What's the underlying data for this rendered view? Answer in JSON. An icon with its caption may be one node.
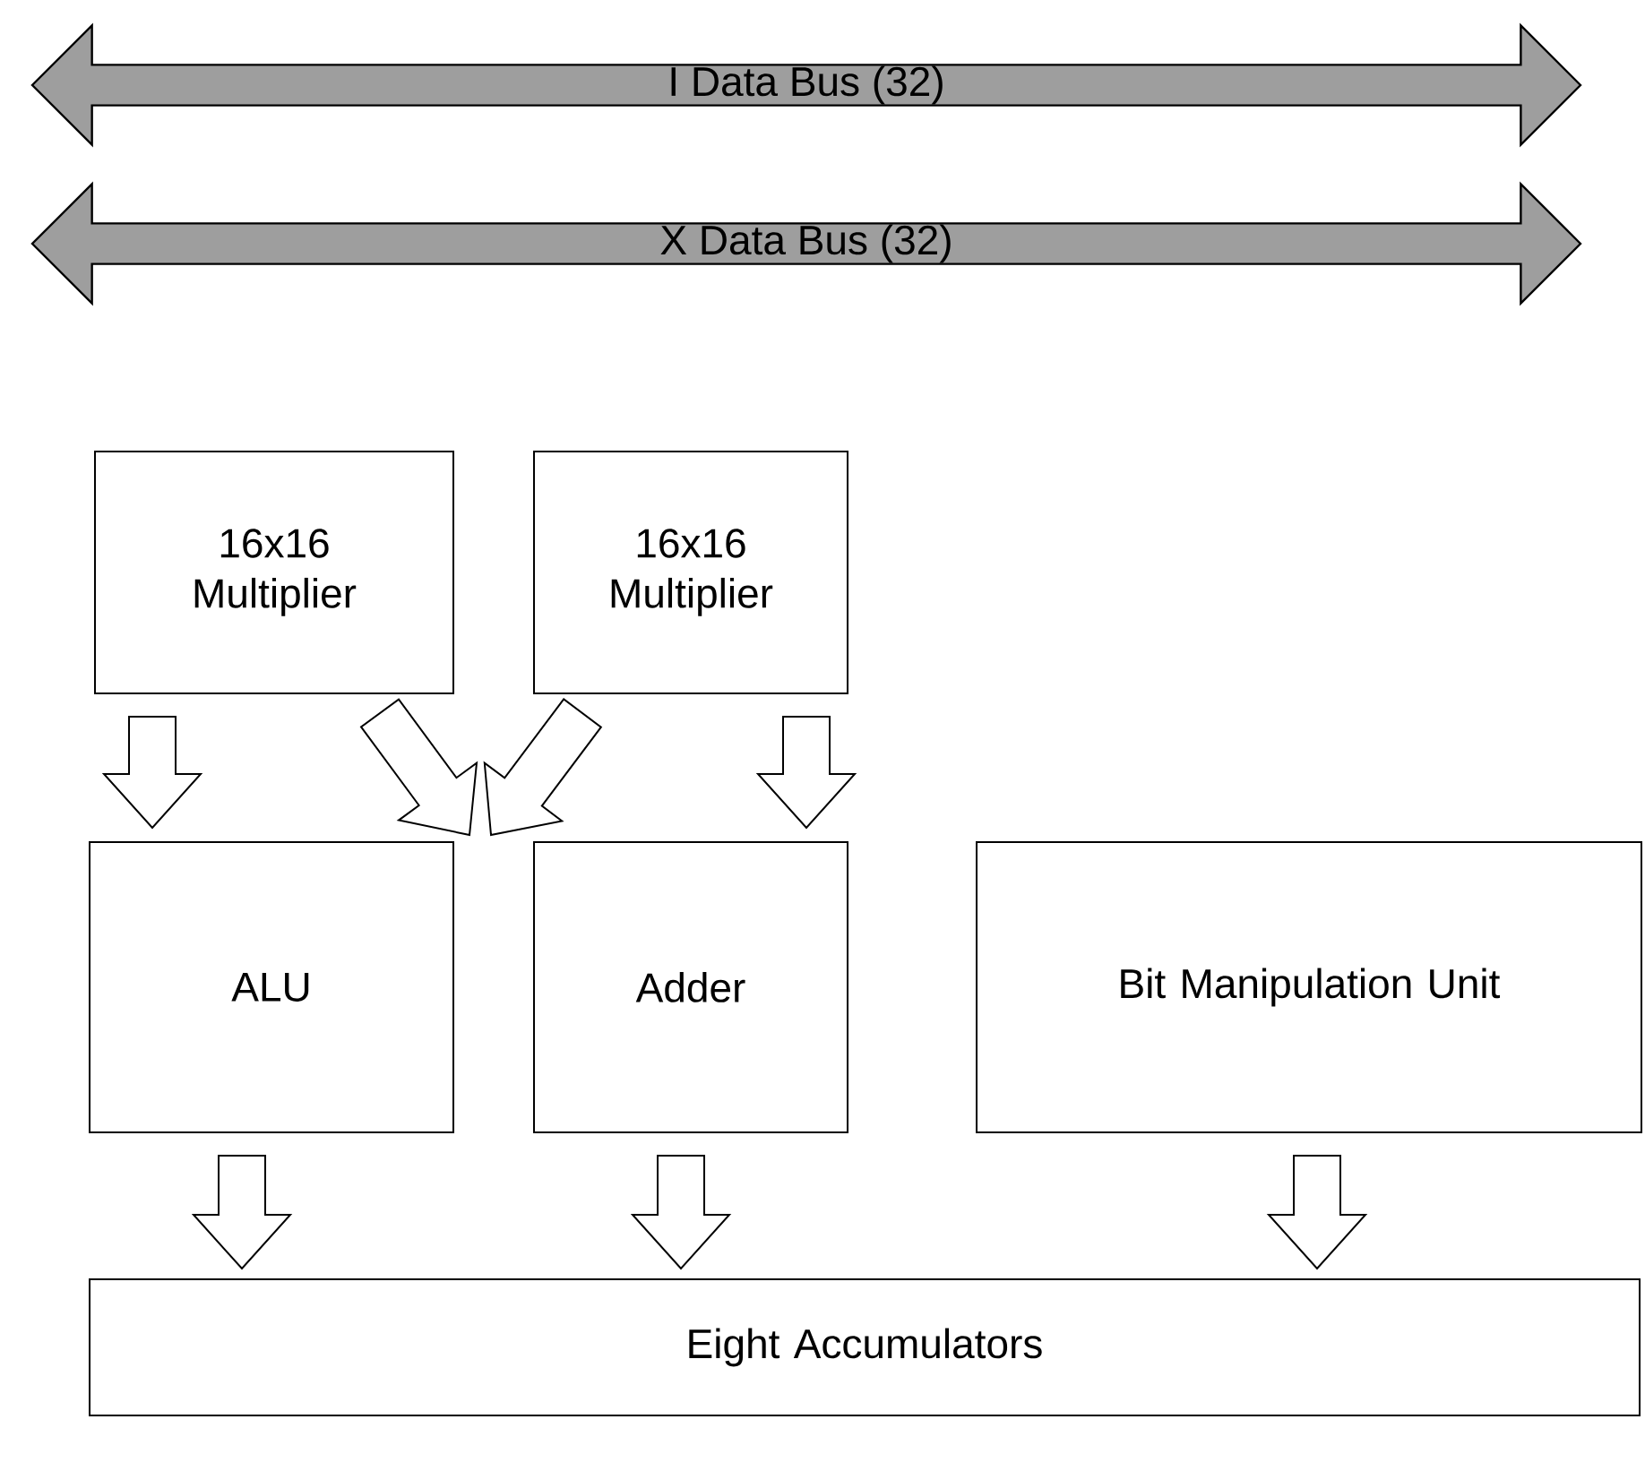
{
  "diagram": {
    "nodes": [
      {
        "text": [
          "I Data Bus (32)"
        ]
      },
      {
        "text": [
          "X Data Bus (32)"
        ]
      },
      {
        "text": [
          "16x16 Multiplier"
        ]
      },
      {
        "text": [
          "16x16 Multiplier"
        ]
      },
      {
        "text": [
          "ALU"
        ]
      },
      {
        "text": [
          "Adder"
        ]
      },
      {
        "text": [
          "Bit Manipulation Unit"
        ]
      },
      {
        "text": [
          "Eight Accumulators"
        ]
      }
    ],
    "edges": [
      {
        "from": 2,
        "to": 4,
        "arrow": "to"
      },
      {
        "from": 2,
        "to": 5,
        "arrow": "to"
      },
      {
        "from": 3,
        "to": 4,
        "arrow": "to"
      },
      {
        "from": 3,
        "to": 5,
        "arrow": "to"
      },
      {
        "from": 4,
        "to": 7,
        "arrow": "to"
      },
      {
        "from": 5,
        "to": 7,
        "arrow": "to"
      },
      {
        "from": 6,
        "to": 7,
        "arrow": "to"
      }
    ]
  }
}
